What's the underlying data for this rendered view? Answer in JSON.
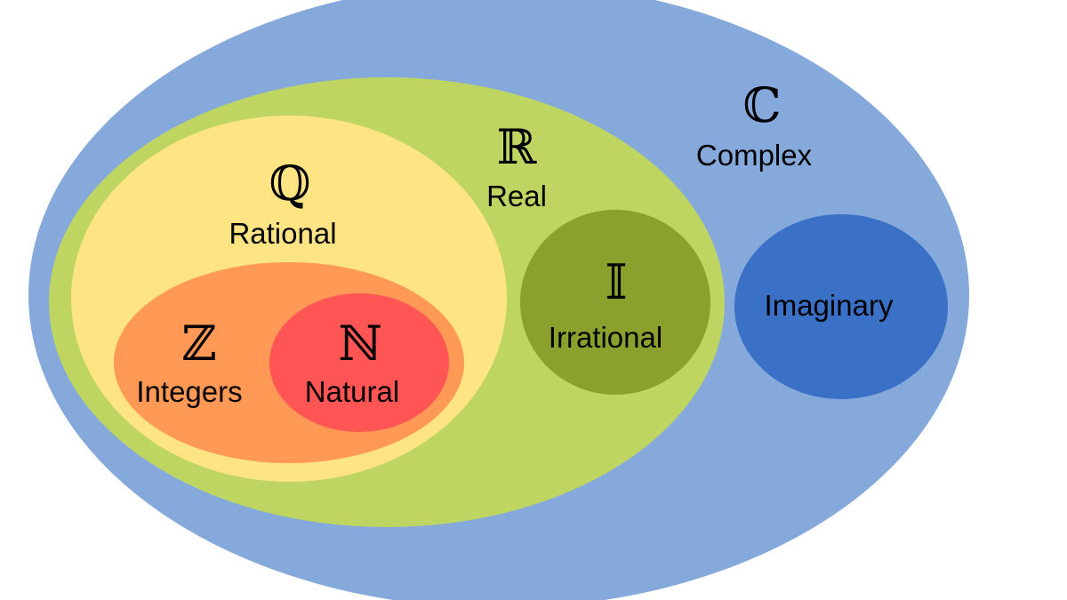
{
  "sets": [
    {
      "id": "complex",
      "symbol": "ℂ",
      "label": "Complex",
      "color": "#86A9DC"
    },
    {
      "id": "real",
      "symbol": "ℝ",
      "label": "Real",
      "color": "#BED562"
    },
    {
      "id": "rational",
      "symbol": "ℚ",
      "label": "Rational",
      "color": "#FFE484"
    },
    {
      "id": "integers",
      "symbol": "ℤ",
      "label": "Integers",
      "color": "#FF9955"
    },
    {
      "id": "natural",
      "symbol": "ℕ",
      "label": "Natural",
      "color": "#FF5555"
    },
    {
      "id": "irrational",
      "symbol": "𝕀",
      "label": "Irrational",
      "color": "#8AA12E"
    },
    {
      "id": "imaginary",
      "symbol": "",
      "label": "Imaginary",
      "color": "#3A71C6"
    }
  ]
}
